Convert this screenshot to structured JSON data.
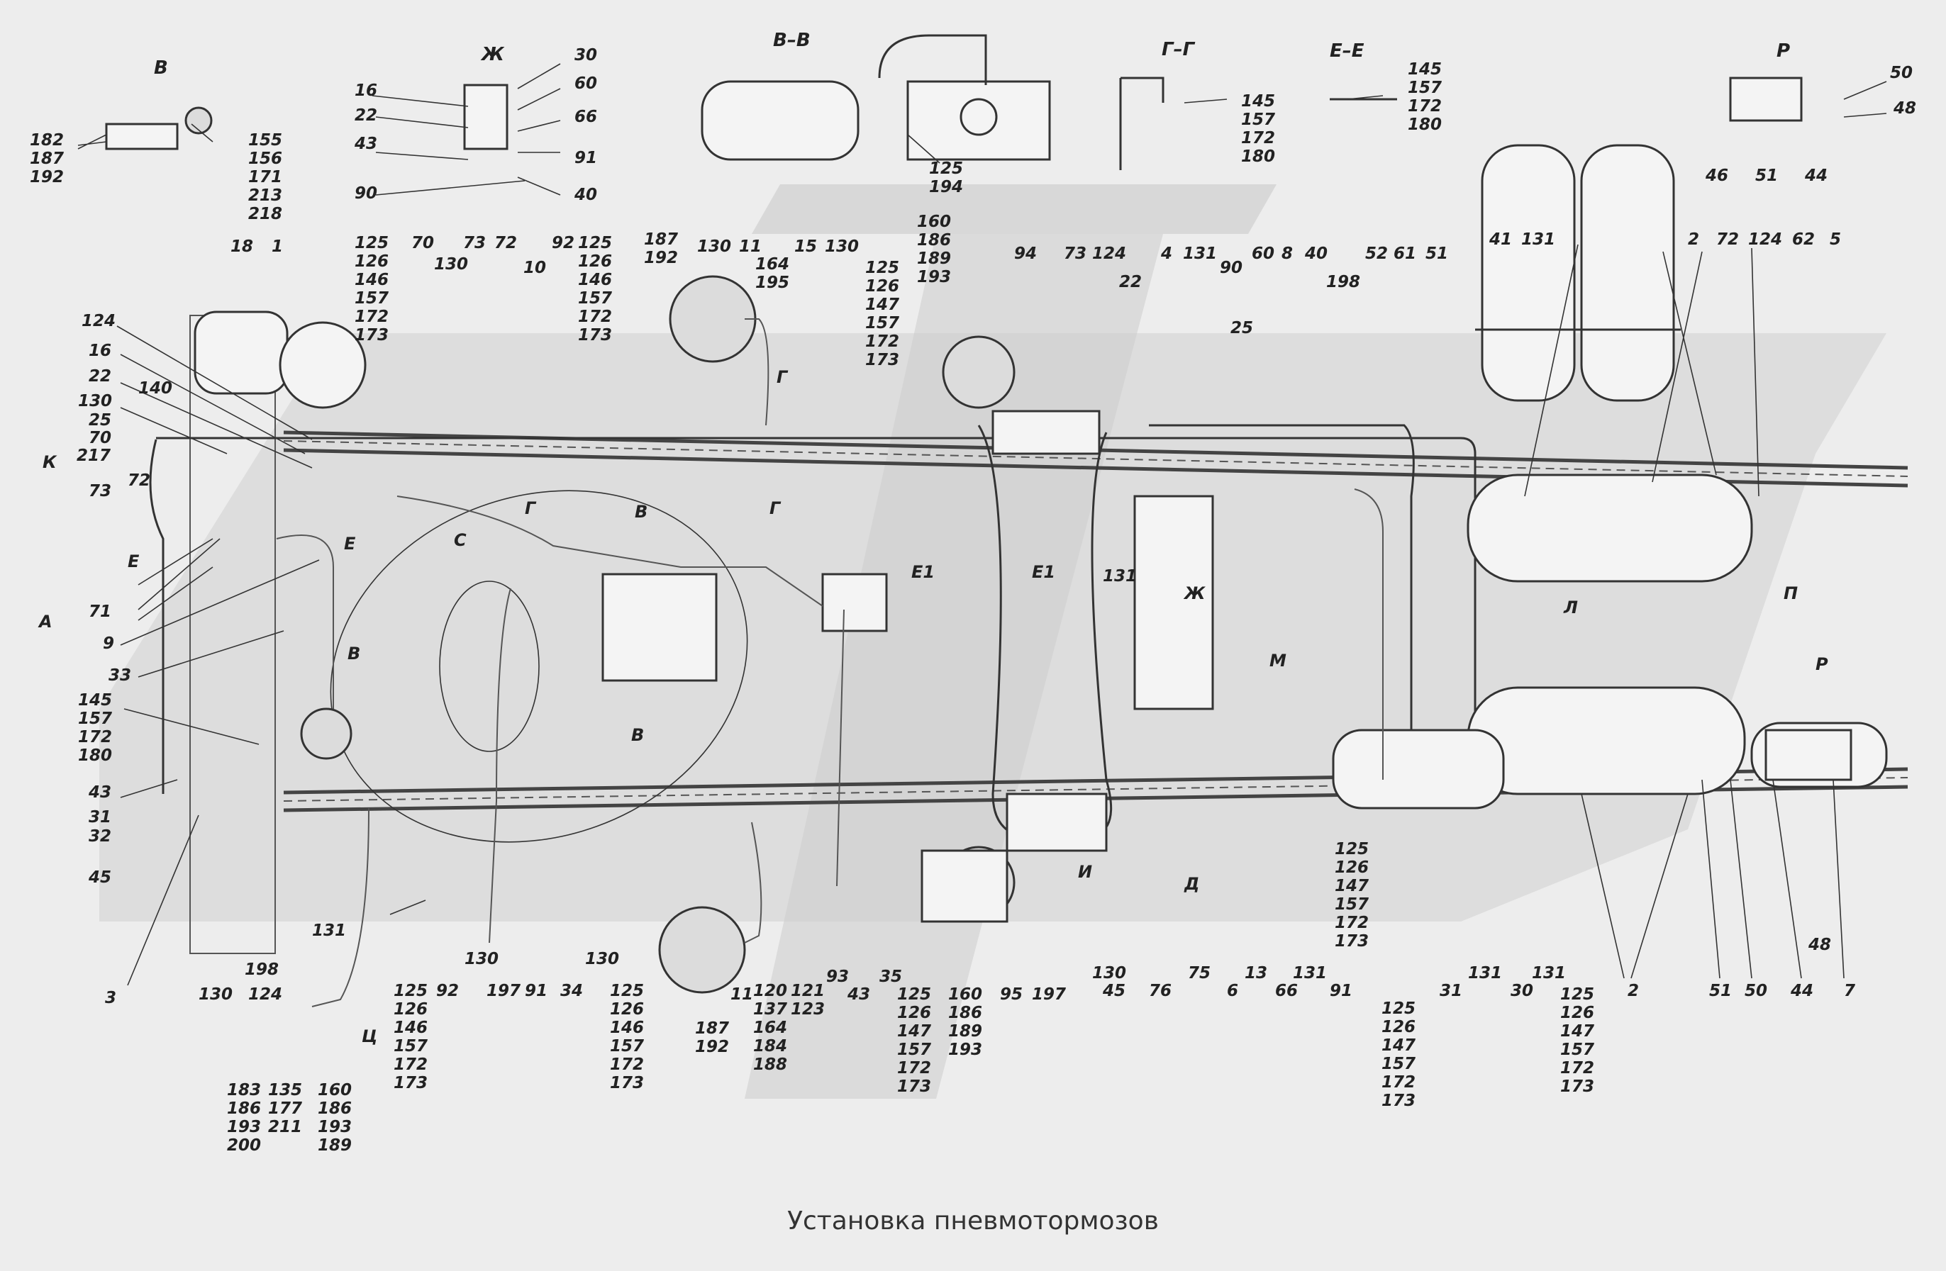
{
  "caption": "Установка пневмотормозов",
  "view_labels": {
    "v": "В",
    "zh": "Ж",
    "vv": "В–В",
    "gg": "Г–Г",
    "ee": "Е–Е",
    "r": "Р",
    "k": "К",
    "a": "А",
    "e": "Е",
    "s": "С",
    "g": "Г",
    "e1": "Е1",
    "m": "М",
    "l": "Л",
    "p": "П",
    "i": "И",
    "d": "Д",
    "ts": "Ц"
  },
  "callouts": [
    {
      "id": "c1",
      "text": [
        "182",
        "187",
        "192"
      ]
    },
    {
      "id": "c2",
      "text": [
        "155",
        "156",
        "171",
        "213",
        "218"
      ]
    },
    {
      "id": "c3",
      "text": [
        "16"
      ]
    },
    {
      "id": "c4",
      "text": [
        "22"
      ]
    },
    {
      "id": "c5",
      "text": [
        "43"
      ]
    },
    {
      "id": "c6",
      "text": [
        "90"
      ]
    },
    {
      "id": "c7",
      "text": [
        "30"
      ]
    },
    {
      "id": "c8",
      "text": [
        "60"
      ]
    },
    {
      "id": "c9",
      "text": [
        "66"
      ]
    },
    {
      "id": "c10",
      "text": [
        "91"
      ]
    },
    {
      "id": "c11",
      "text": [
        "40"
      ]
    },
    {
      "id": "c12",
      "text": [
        "125",
        "194"
      ]
    },
    {
      "id": "c13",
      "text": [
        "145",
        "157",
        "172",
        "180"
      ]
    },
    {
      "id": "c14",
      "text": [
        "145",
        "157",
        "172",
        "180"
      ]
    },
    {
      "id": "c15",
      "text": [
        "50"
      ]
    },
    {
      "id": "c16",
      "text": [
        "48"
      ]
    },
    {
      "id": "c17",
      "text": [
        "46"
      ]
    },
    {
      "id": "c18",
      "text": [
        "51"
      ]
    },
    {
      "id": "c19",
      "text": [
        "44"
      ]
    },
    {
      "id": "c20",
      "text": [
        "18"
      ]
    },
    {
      "id": "c21",
      "text": [
        "1"
      ]
    },
    {
      "id": "c22",
      "text": [
        "125",
        "126",
        "146",
        "157",
        "172",
        "173"
      ]
    },
    {
      "id": "c23",
      "text": [
        "70"
      ]
    },
    {
      "id": "c24",
      "text": [
        "130"
      ]
    },
    {
      "id": "c25",
      "text": [
        "73"
      ]
    },
    {
      "id": "c26",
      "text": [
        "72"
      ]
    },
    {
      "id": "c27",
      "text": [
        "10"
      ]
    },
    {
      "id": "c28",
      "text": [
        "92"
      ]
    },
    {
      "id": "c29",
      "text": [
        "125",
        "126",
        "146",
        "157",
        "172",
        "173"
      ]
    },
    {
      "id": "c30",
      "text": [
        "187",
        "192"
      ]
    },
    {
      "id": "c31",
      "text": [
        "130"
      ]
    },
    {
      "id": "c32",
      "text": [
        "11"
      ]
    },
    {
      "id": "c33",
      "text": [
        "164",
        "195"
      ]
    },
    {
      "id": "c34",
      "text": [
        "15"
      ]
    },
    {
      "id": "c35",
      "text": [
        "130"
      ]
    },
    {
      "id": "c36",
      "text": [
        "125",
        "126",
        "147",
        "157",
        "172",
        "173"
      ]
    },
    {
      "id": "c37",
      "text": [
        "160",
        "186",
        "189",
        "193"
      ]
    },
    {
      "id": "c38",
      "text": [
        "94"
      ]
    },
    {
      "id": "c39",
      "text": [
        "73"
      ]
    },
    {
      "id": "c40",
      "text": [
        "124"
      ]
    },
    {
      "id": "c41",
      "text": [
        "22"
      ]
    },
    {
      "id": "c42",
      "text": [
        "4"
      ]
    },
    {
      "id": "c43",
      "text": [
        "131"
      ]
    },
    {
      "id": "c44",
      "text": [
        "90"
      ]
    },
    {
      "id": "c45",
      "text": [
        "25"
      ]
    },
    {
      "id": "c46",
      "text": [
        "60"
      ]
    },
    {
      "id": "c47",
      "text": [
        "8"
      ]
    },
    {
      "id": "c48",
      "text": [
        "40"
      ]
    },
    {
      "id": "c49",
      "text": [
        "198"
      ]
    },
    {
      "id": "c50",
      "text": [
        "52"
      ]
    },
    {
      "id": "c51",
      "text": [
        "61"
      ]
    },
    {
      "id": "c52",
      "text": [
        "51"
      ]
    },
    {
      "id": "c53",
      "text": [
        "41"
      ]
    },
    {
      "id": "c54",
      "text": [
        "131"
      ]
    },
    {
      "id": "c55",
      "text": [
        "2"
      ]
    },
    {
      "id": "c56",
      "text": [
        "72"
      ]
    },
    {
      "id": "c57",
      "text": [
        "124"
      ]
    },
    {
      "id": "c58",
      "text": [
        "62"
      ]
    },
    {
      "id": "c59",
      "text": [
        "5"
      ]
    },
    {
      "id": "c60",
      "text": [
        "124"
      ]
    },
    {
      "id": "c61",
      "text": [
        "16"
      ]
    },
    {
      "id": "c62",
      "text": [
        "22"
      ]
    },
    {
      "id": "c63",
      "text": [
        "130"
      ]
    },
    {
      "id": "c64",
      "text": [
        "140"
      ]
    },
    {
      "id": "c65",
      "text": [
        "25"
      ]
    },
    {
      "id": "c66",
      "text": [
        "70"
      ]
    },
    {
      "id": "c67",
      "text": [
        "217"
      ]
    },
    {
      "id": "c68",
      "text": [
        "72"
      ]
    },
    {
      "id": "c69",
      "text": [
        "73"
      ]
    },
    {
      "id": "c70",
      "text": [
        "71"
      ]
    },
    {
      "id": "c71",
      "text": [
        "9"
      ]
    },
    {
      "id": "c72",
      "text": [
        "33"
      ]
    },
    {
      "id": "c73",
      "text": [
        "145",
        "157",
        "172",
        "180"
      ]
    },
    {
      "id": "c74",
      "text": [
        "43"
      ]
    },
    {
      "id": "c75",
      "text": [
        "31"
      ]
    },
    {
      "id": "c76",
      "text": [
        "32"
      ]
    },
    {
      "id": "c77",
      "text": [
        "45"
      ]
    },
    {
      "id": "c78",
      "text": [
        "3"
      ]
    },
    {
      "id": "c79",
      "text": [
        "130"
      ]
    },
    {
      "id": "c80",
      "text": [
        "198"
      ]
    },
    {
      "id": "c81",
      "text": [
        "124"
      ]
    },
    {
      "id": "c82",
      "text": [
        "131"
      ]
    },
    {
      "id": "c83",
      "text": [
        "183",
        "186",
        "193",
        "200"
      ]
    },
    {
      "id": "c84",
      "text": [
        "135",
        "177",
        "211"
      ]
    },
    {
      "id": "c85",
      "text": [
        "160",
        "186",
        "193",
        "189"
      ]
    },
    {
      "id": "c86",
      "text": [
        "125",
        "126",
        "146",
        "157",
        "172",
        "173"
      ]
    },
    {
      "id": "c87",
      "text": [
        "92"
      ]
    },
    {
      "id": "c88",
      "text": [
        "130"
      ]
    },
    {
      "id": "c89",
      "text": [
        "197"
      ]
    },
    {
      "id": "c90",
      "text": [
        "91"
      ]
    },
    {
      "id": "c91",
      "text": [
        "34"
      ]
    },
    {
      "id": "c92",
      "text": [
        "130"
      ]
    },
    {
      "id": "c93",
      "text": [
        "125",
        "126",
        "146",
        "157",
        "172",
        "173"
      ]
    },
    {
      "id": "c94",
      "text": [
        "187",
        "192"
      ]
    },
    {
      "id": "c95",
      "text": [
        "11"
      ]
    },
    {
      "id": "c96",
      "text": [
        "120",
        "137",
        "164",
        "184",
        "188"
      ]
    },
    {
      "id": "c97",
      "text": [
        "121",
        "123"
      ]
    },
    {
      "id": "c98",
      "text": [
        "93"
      ]
    },
    {
      "id": "c99",
      "text": [
        "43"
      ]
    },
    {
      "id": "c100",
      "text": [
        "35"
      ]
    },
    {
      "id": "c101",
      "text": [
        "125",
        "126",
        "147",
        "157",
        "172",
        "173"
      ]
    },
    {
      "id": "c102",
      "text": [
        "160",
        "186",
        "189",
        "193"
      ]
    },
    {
      "id": "c103",
      "text": [
        "95"
      ]
    },
    {
      "id": "c104",
      "text": [
        "197"
      ]
    },
    {
      "id": "c105",
      "text": [
        "45"
      ]
    },
    {
      "id": "c106",
      "text": [
        "130"
      ]
    },
    {
      "id": "c107",
      "text": [
        "76"
      ]
    },
    {
      "id": "c108",
      "text": [
        "75"
      ]
    },
    {
      "id": "c109",
      "text": [
        "6"
      ]
    },
    {
      "id": "c110",
      "text": [
        "13"
      ]
    },
    {
      "id": "c111",
      "text": [
        "66"
      ]
    },
    {
      "id": "c112",
      "text": [
        "131"
      ]
    },
    {
      "id": "c113",
      "text": [
        "91"
      ]
    },
    {
      "id": "c114",
      "text": [
        "125",
        "126",
        "147",
        "157",
        "172",
        "173"
      ]
    },
    {
      "id": "c115",
      "text": [
        "125",
        "126",
        "147",
        "157",
        "172",
        "173"
      ]
    },
    {
      "id": "c116",
      "text": [
        "31"
      ]
    },
    {
      "id": "c117",
      "text": [
        "131"
      ]
    },
    {
      "id": "c118",
      "text": [
        "30"
      ]
    },
    {
      "id": "c119",
      "text": [
        "131"
      ]
    },
    {
      "id": "c120",
      "text": [
        "125",
        "126",
        "147",
        "157",
        "172",
        "173"
      ]
    },
    {
      "id": "c121",
      "text": [
        "2"
      ]
    },
    {
      "id": "c122",
      "text": [
        "51"
      ]
    },
    {
      "id": "c123",
      "text": [
        "50"
      ]
    },
    {
      "id": "c124",
      "text": [
        "44"
      ]
    },
    {
      "id": "c125",
      "text": [
        "48"
      ]
    },
    {
      "id": "c126",
      "text": [
        "7"
      ]
    },
    {
      "id": "c127",
      "text": [
        "131"
      ]
    }
  ]
}
